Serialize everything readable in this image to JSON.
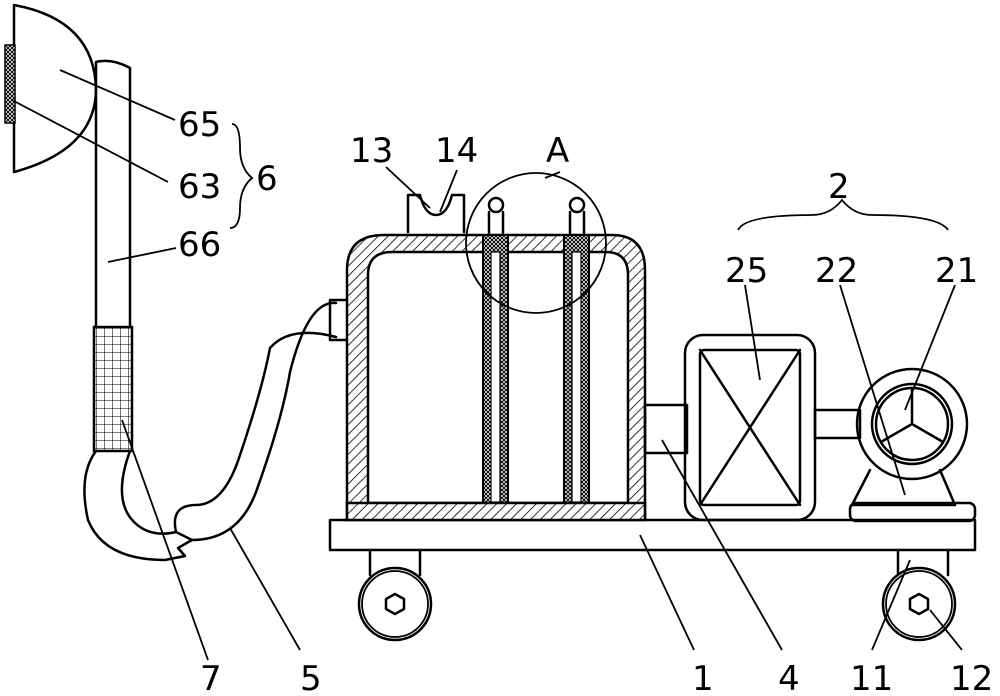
{
  "labels": {
    "l65": "65",
    "l63": "63",
    "l66": "66",
    "l6": "6",
    "l13": "13",
    "l14": "14",
    "lA": "A",
    "l2": "2",
    "l25": "25",
    "l22": "22",
    "l21": "21",
    "l7": "7",
    "l5": "5",
    "l1": "1",
    "l4": "4",
    "l11": "11",
    "l12": "12"
  }
}
